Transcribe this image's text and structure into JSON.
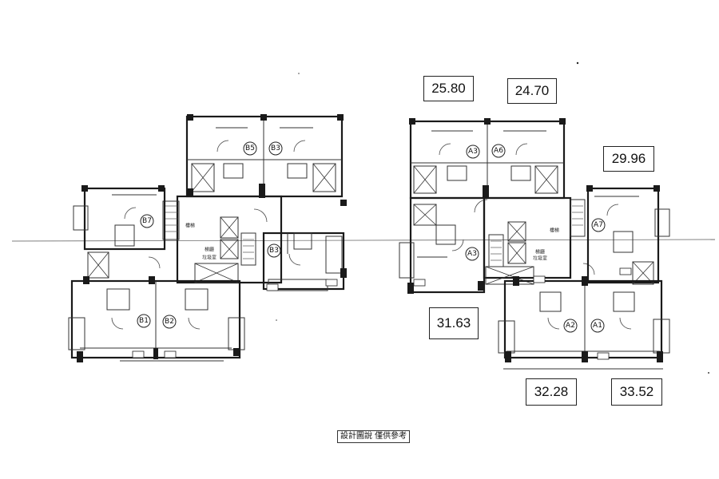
{
  "areas": {
    "a4": "25.80",
    "a6": "24.70",
    "a7": "29.96",
    "a3": "31.63",
    "a2": "32.28",
    "a1": "33.52"
  },
  "units": {
    "b5": "B5",
    "b3": "B3",
    "b7": "B7",
    "b3c": "B3",
    "b1": "B1",
    "b2": "B2",
    "a4": "A3",
    "a6": "A6",
    "a7": "A7",
    "a3": "A3",
    "a2": "A2",
    "a1": "A1"
  },
  "rooms": {
    "left_stair": "樓梯",
    "left_meter": "梯廳",
    "left_waste": "垃圾室",
    "right_stair": "樓梯",
    "right_lobby": "梯廳",
    "right_waste": "垃圾室"
  },
  "caption": "設計圖說 僅供參考",
  "colors": {
    "line": "#1a1a1a",
    "paper": "#ffffff"
  }
}
